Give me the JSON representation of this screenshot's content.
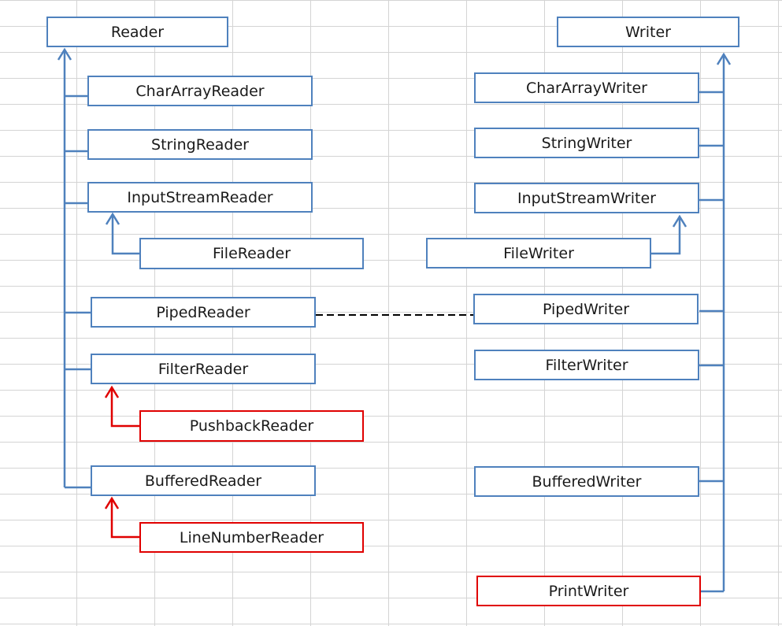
{
  "colors": {
    "blue_line": "#4f81bd",
    "red_line": "#e00000",
    "grid": "#d4d4d4"
  },
  "reader": {
    "root": "Reader",
    "char_array": "CharArrayReader",
    "string": "StringReader",
    "input_stream": "InputStreamReader",
    "file": "FileReader",
    "piped": "PipedReader",
    "filter": "FilterReader",
    "pushback": "PushbackReader",
    "buffered": "BufferedReader",
    "line_number": "LineNumberReader"
  },
  "writer": {
    "root": "Writer",
    "char_array": "CharArrayWriter",
    "string": "StringWriter",
    "input_stream": "InputStreamWriter",
    "file": "FileWriter",
    "piped": "PipedWriter",
    "filter": "FilterWriter",
    "buffered": "BufferedWriter",
    "print": "PrintWriter"
  }
}
